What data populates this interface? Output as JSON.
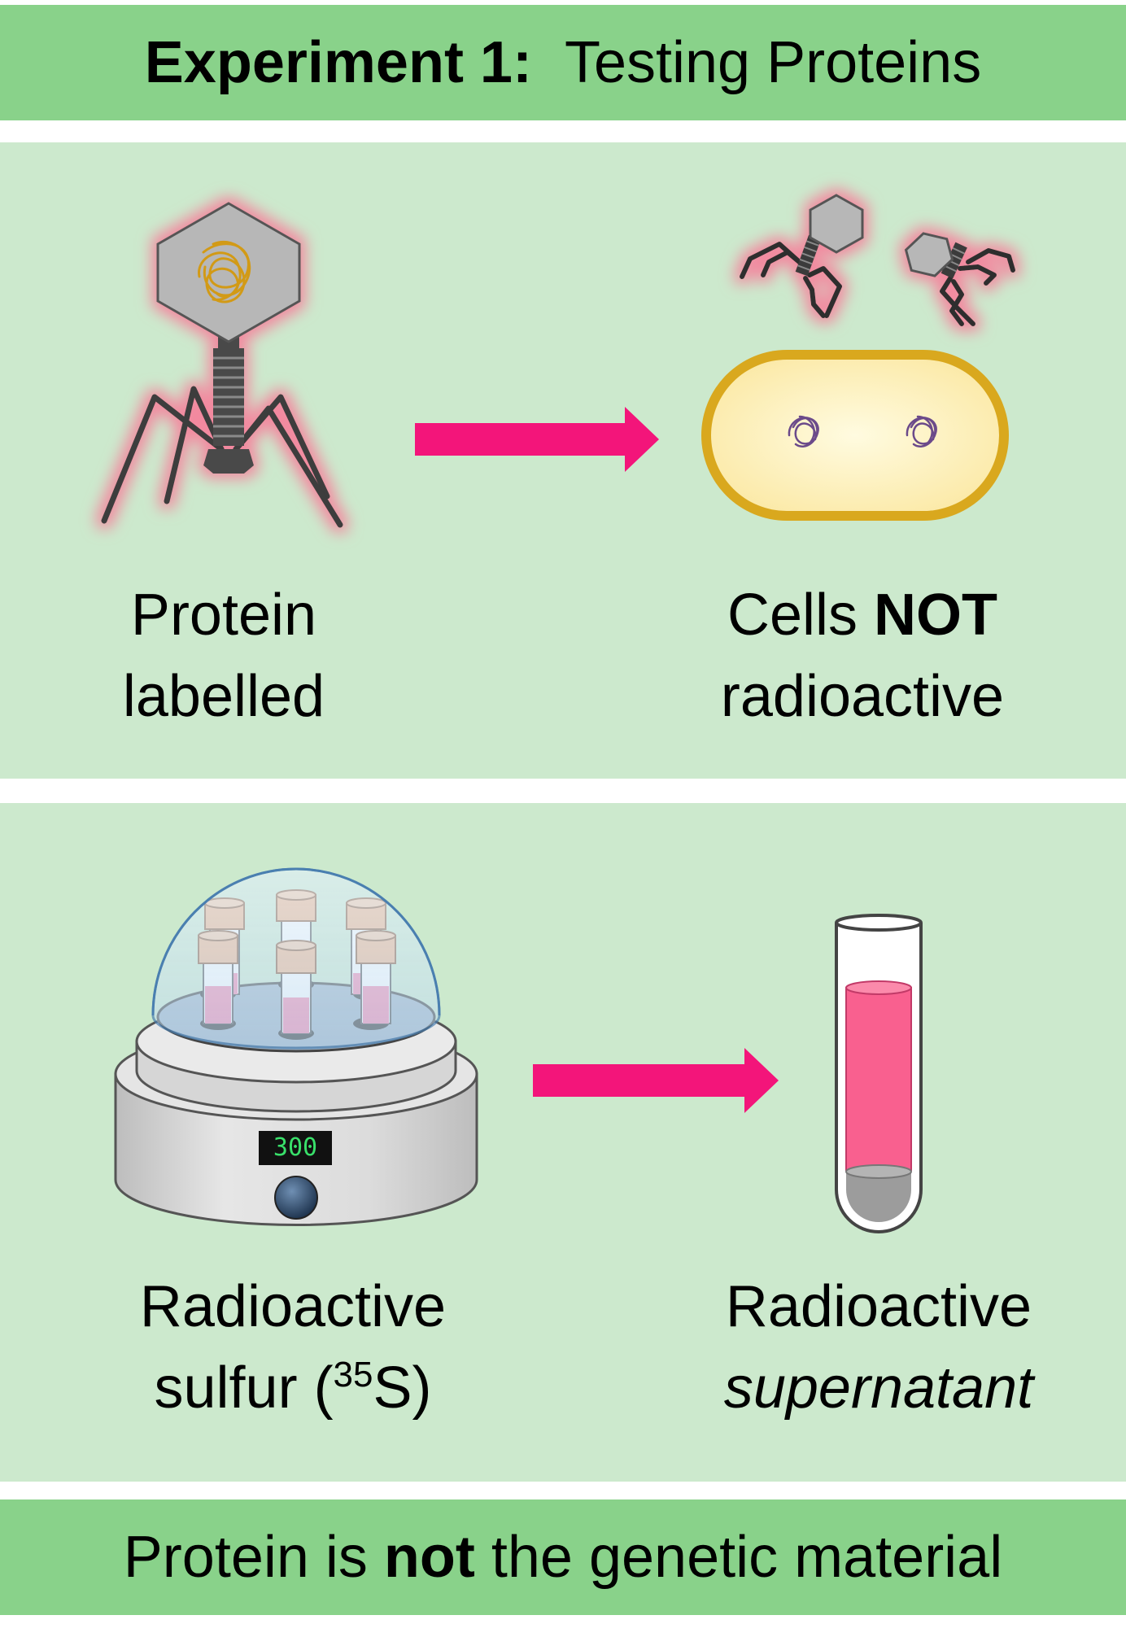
{
  "title": {
    "bold": "Experiment 1:",
    "rest": "Testing Proteins"
  },
  "panel_top": {
    "left_caption": {
      "line1": "Protein",
      "line2": "labelled"
    },
    "right_caption": {
      "line1_pre": "Cells ",
      "line1_bold": "NOT",
      "line2": "radioactive"
    }
  },
  "panel_bottom": {
    "centrifuge_display": "300",
    "left_caption": {
      "line1": "Radioactive",
      "line2_pre": "sulfur (",
      "sup": "35",
      "line2_post": "S)"
    },
    "right_caption": {
      "line1": "Radioactive",
      "line2_italic": "supernatant"
    }
  },
  "conclusion": {
    "pre": "Protein is ",
    "bold": "not",
    "post": " the genetic material"
  },
  "colors": {
    "band_green": "#89d28a",
    "panel_green": "#cce9cd",
    "arrow_pink": "#f3157a",
    "glow_pink": "#f29ab0",
    "liquid_pink": "#f9608f",
    "cell_fill": "#fdf3b8",
    "cell_border": "#d9a81e",
    "dna_gold": "#d29a16"
  }
}
